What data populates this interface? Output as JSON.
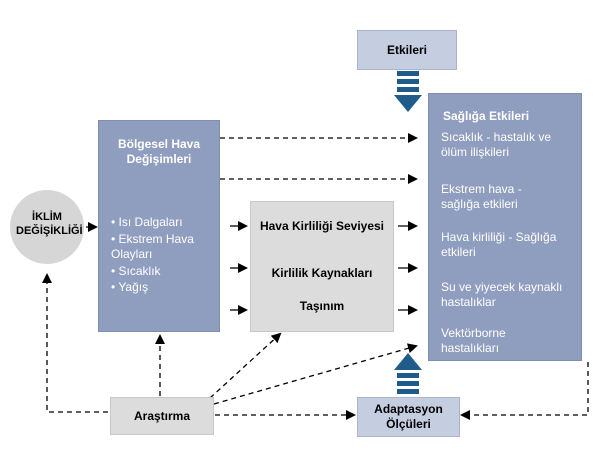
{
  "effects_box": {
    "title": "Etkileri"
  },
  "climate_circle": {
    "label": "İKLİM DEĞİŞİKLİĞİ"
  },
  "regional_box": {
    "title": "Bölgesel Hava Değişimleri",
    "items": [
      "• Isı Dalgaları",
      "• Ekstrem Hava Olayları",
      "• Sıcaklık",
      "• Yağış"
    ]
  },
  "pollution_box": {
    "line1": "Hava Kirliliği Seviyesi",
    "line2": "Kirlilik Kaynakları",
    "line3": "Taşınım"
  },
  "health_box": {
    "title": "Sağlığa Etkileri",
    "items": [
      "Sıcaklık - hastalık ve ölüm ilişkileri",
      "Ekstrem hava - sağlığa etkileri",
      "Hava kirliliği - Sağlığa etkileri",
      "Su ve yiyecek kaynaklı hastalıklar",
      "Vektörborne hastalıkları"
    ]
  },
  "research_box": {
    "label": "Araştırma"
  },
  "adaptation_box": {
    "label": "Adaptasyon Ölçüleri"
  },
  "colors": {
    "dark_blue_box": "#8f9dbf",
    "light_blue_box": "#c5cde0",
    "grey_box": "#dcdcdc",
    "up_down_arrow": "#1f5c8a"
  }
}
